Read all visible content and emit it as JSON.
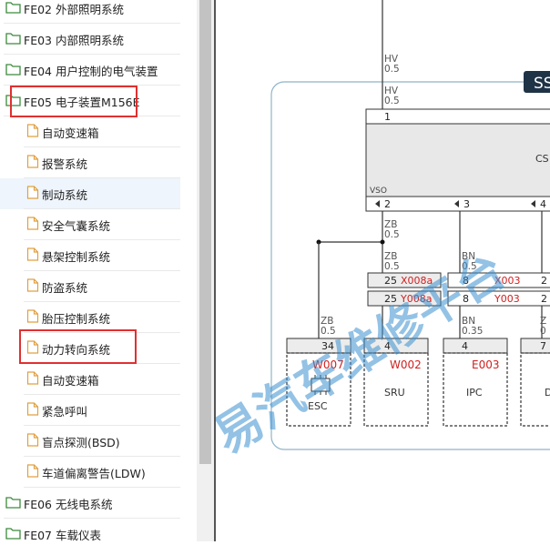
{
  "sidebar": {
    "items": [
      {
        "type": "folder",
        "label": "FE02 外部照明系统"
      },
      {
        "type": "folder",
        "label": "FE03 内部照明系统"
      },
      {
        "type": "folder",
        "label": "FE04 用户控制的电气装置"
      },
      {
        "type": "folder",
        "label": "FE05 电子装置M156E"
      },
      {
        "type": "file",
        "label": "自动变速箱"
      },
      {
        "type": "file",
        "label": "报警系统"
      },
      {
        "type": "file",
        "label": "制动系统"
      },
      {
        "type": "file",
        "label": "安全气囊系统"
      },
      {
        "type": "file",
        "label": "悬架控制系统"
      },
      {
        "type": "file",
        "label": "防盗系统"
      },
      {
        "type": "file",
        "label": "胎压控制系统"
      },
      {
        "type": "file",
        "label": "动力转向系统"
      },
      {
        "type": "file",
        "label": "自动变速箱"
      },
      {
        "type": "file",
        "label": "紧急呼叫"
      },
      {
        "type": "file",
        "label": "盲点探测(BSD)"
      },
      {
        "type": "file",
        "label": "车道偏离警告(LDW)"
      },
      {
        "type": "folder",
        "label": "FE06 无线电系统"
      },
      {
        "type": "folder",
        "label": "FE07 车载仪表"
      }
    ],
    "selected_index": 6,
    "highlighted_indices": [
      3,
      11
    ]
  },
  "diagram": {
    "wires": {
      "w1_top": {
        "color": "HV",
        "size": "0.5"
      },
      "w1_bottom": {
        "color": "HV",
        "size": "0.5"
      },
      "zb_top": {
        "color": "ZB",
        "size": "0.5"
      },
      "zb_mid": {
        "color": "ZB",
        "size": "0.5"
      },
      "bn_mid": {
        "color": "BN",
        "size": "0.5"
      },
      "zb_low": {
        "color": "ZB",
        "size": "0.5"
      },
      "bn_low": {
        "color": "BN",
        "size": "0.35"
      },
      "z_right": {
        "color": "Z",
        "size": "0"
      }
    },
    "module_label": "SS",
    "module_code": "CS",
    "pins": {
      "p1": "1",
      "vso": "VSO",
      "p2": "2",
      "p3": "3",
      "p4": "4"
    },
    "connectors": [
      {
        "pin": "25",
        "code": "X008a"
      },
      {
        "pin": "25",
        "code": "Y008a"
      },
      {
        "pin": "8",
        "code": "X003"
      },
      {
        "pin": "8",
        "code": "Y003"
      },
      {
        "pin": "2",
        "code": ""
      },
      {
        "pin": "2",
        "code": ""
      }
    ],
    "components": [
      {
        "pin": "34",
        "code": "W007",
        "name": "ESC"
      },
      {
        "pin": "4",
        "code": "W002",
        "name": "SRU"
      },
      {
        "pin": "4",
        "code": "E003",
        "name": "IPC"
      },
      {
        "pin": "7",
        "code": "",
        "name": "D"
      }
    ],
    "watermark": "易汽车维修平台"
  },
  "colors": {
    "highlight": "#e03030",
    "selection": "#eef5fc",
    "accent_blue": "#3a8fd0",
    "wire_label": "#555555",
    "red_code": "#d02020"
  }
}
